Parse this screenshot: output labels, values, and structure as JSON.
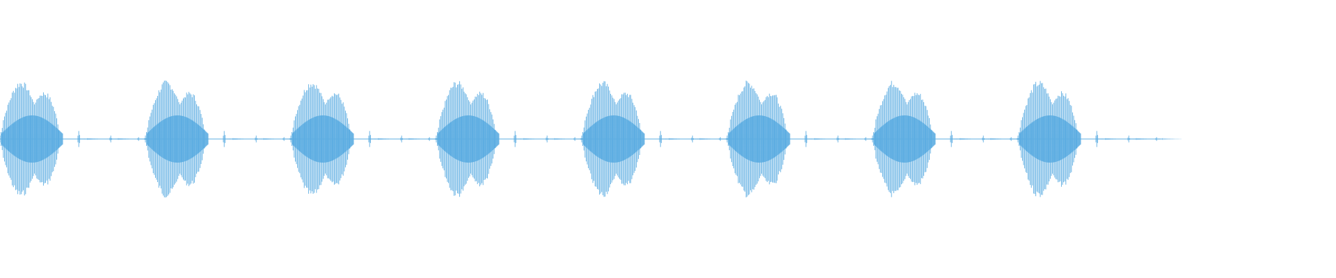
{
  "waveform": {
    "color": "#5DADE2",
    "background": "#FFFFFF",
    "bursts": [
      {
        "index": 1,
        "loud_phase": 1.0,
        "echo_1": 0.3,
        "echo_2": 0.12,
        "echo_3": 0.06
      },
      {
        "index": 2,
        "loud_phase": 1.0,
        "echo_1": 0.3,
        "echo_2": 0.12,
        "echo_3": 0.06
      },
      {
        "index": 3,
        "loud_phase": 1.0,
        "echo_1": 0.3,
        "echo_2": 0.12,
        "echo_3": 0.06
      },
      {
        "index": 4,
        "loud_phase": 1.0,
        "echo_1": 0.3,
        "echo_2": 0.12,
        "echo_3": 0.06
      },
      {
        "index": 5,
        "loud_phase": 1.0,
        "echo_1": 0.3,
        "echo_2": 0.12,
        "echo_3": 0.06
      },
      {
        "index": 6,
        "loud_phase": 1.0,
        "echo_1": 0.3,
        "echo_2": 0.12,
        "echo_3": 0.06
      },
      {
        "index": 7,
        "loud_phase": 1.0,
        "echo_1": 0.3,
        "echo_2": 0.12,
        "echo_3": 0.06
      },
      {
        "index": 8,
        "loud_phase": 1.0,
        "echo_1": 0.3,
        "echo_2": 0.12,
        "echo_3": 0.06
      }
    ]
  }
}
